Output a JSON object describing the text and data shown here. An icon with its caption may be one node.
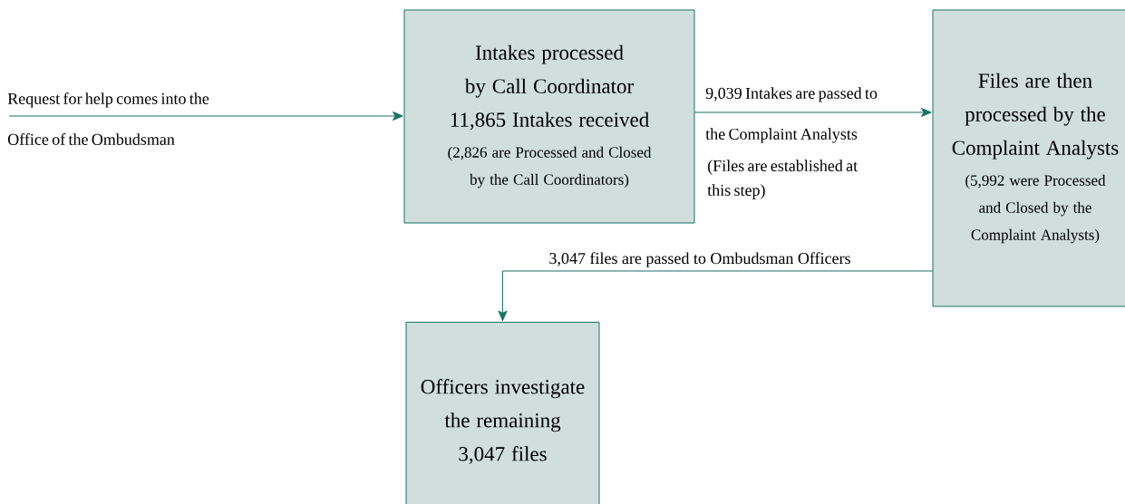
{
  "diagram": {
    "nodes": [
      {
        "text": [
          "Intakes processed by Call Coordinator 11,865 Intakes received",
          "(2,826 are Processed and Closed by the Call Coordinators)"
        ]
      },
      {
        "text": [
          "Files are then processed by the Complaint Analysts",
          "(5,992 were Processed and Closed by the Complaint Analysts)"
        ]
      },
      {
        "text": [
          "Officers investigate the remaining 3,047 files"
        ]
      }
    ],
    "edges": [
      {
        "from": null,
        "to": 0,
        "arrow": "to",
        "label": "Request for help comes into the Office of the Ombudsman"
      },
      {
        "from": 0,
        "to": 1,
        "arrow": "to",
        "label": "9,039 Intakes are passed to the Complaint Analysts"
      },
      {
        "from": 1,
        "to": 2,
        "arrow": "to",
        "label": "3,047 files are passed to Ombudsman Officers"
      }
    ],
    "labels": [
      "(Files are established at this step)"
    ]
  }
}
